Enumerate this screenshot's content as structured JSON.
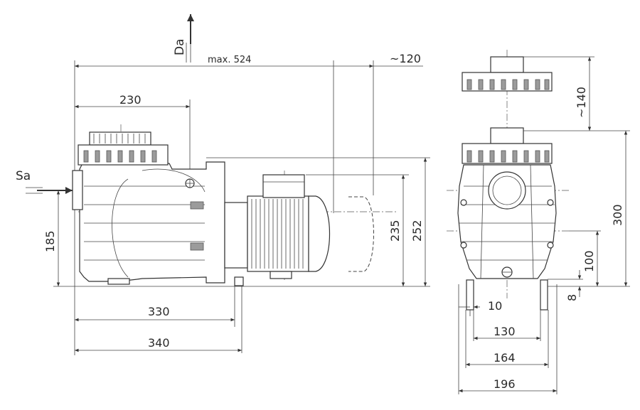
{
  "labels": {
    "suction": "Sa",
    "discharge": "Da"
  },
  "dimensions": {
    "max_length": "max. 524",
    "motor_clearance": "~120",
    "inlet_to_shaft": "230",
    "length_330": "330",
    "length_340": "340",
    "inlet_height": "185",
    "motor_height": "235",
    "total_height": "252",
    "lid_clearance": "~140",
    "width_10": "10",
    "width_130": "130",
    "width_164": "164",
    "width_196": "196",
    "front_height_300": "300",
    "front_height_100": "100",
    "front_height_8": "8"
  },
  "colors": {
    "line": "#333333",
    "shade": "#9b9b9b",
    "background": "#ffffff"
  }
}
